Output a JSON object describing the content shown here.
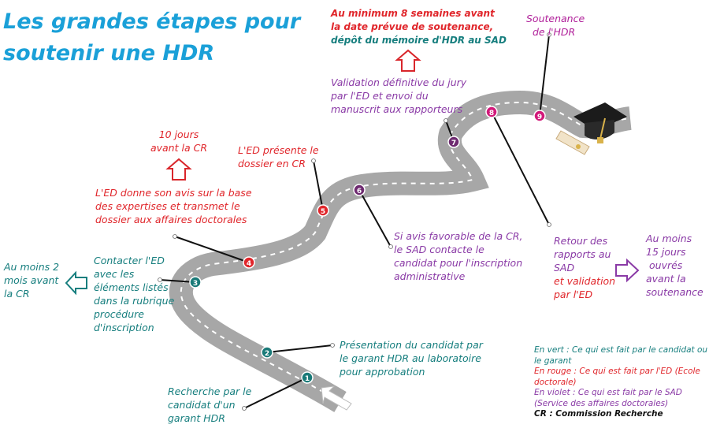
{
  "title": "Les grandes étapes pour soutenir une HDR",
  "steps": [
    {
      "num": "1",
      "color": "#1a7a78"
    },
    {
      "num": "2",
      "color": "#1a7a78"
    },
    {
      "num": "3",
      "color": "#1a7a78"
    },
    {
      "num": "4",
      "color": "#e0262b"
    },
    {
      "num": "5",
      "color": "#e0262b"
    },
    {
      "num": "6",
      "color": "#6e2a70"
    },
    {
      "num": "7",
      "color": "#6e2a70"
    },
    {
      "num": "8",
      "color": "#d2197a"
    },
    {
      "num": "9",
      "color": "#d2197a"
    }
  ],
  "labels": {
    "recherche": [
      "Recherche par le",
      "candidat d'un",
      "garant HDR"
    ],
    "presentation": [
      "Présentation du candidat par",
      "le garant HDR au laboratoire",
      "pour approbation"
    ],
    "contacter": [
      "Contacter l'ED",
      "avec les",
      "éléments listés",
      "dans la rubrique",
      "procédure",
      "d'inscription"
    ],
    "au_moins_2": [
      "Au moins 2",
      "mois avant",
      "la CR"
    ],
    "ed_avis": [
      "L'ED donne son avis sur la base",
      "des expertises et transmet le",
      "dossier aux affaires doctorales"
    ],
    "dix_jours": [
      "10 jours",
      "avant la CR"
    ],
    "ed_presente": [
      "L'ED présente le",
      "dossier en CR"
    ],
    "avis_favorable": [
      "Si avis favorable de la CR,",
      "le SAD contacte le",
      "candidat pour l'inscription",
      "administrative"
    ],
    "validation": [
      "Validation définitive du jury",
      "par l'ED et envoi du",
      "manuscrit aux rapporteurs"
    ],
    "huit_semaines_red": [
      "Au minimum 8 semaines avant",
      "la date prévue de soutenance,"
    ],
    "huit_semaines_green": "dépôt du mémoire d'HDR au SAD",
    "soutenance": [
      "Soutenance",
      "de l'HDR"
    ],
    "retour_violet": [
      "Retour des",
      "rapports au",
      "SAD"
    ],
    "retour_red": [
      "et validation",
      "par l'ED"
    ],
    "quinze_jours": [
      "Au moins",
      "15 jours",
      "ouvrés",
      "avant la",
      "soutenance"
    ]
  },
  "legend": {
    "green": "En vert : Ce qui est fait par le candidat ou le garant",
    "red": "En rouge : Ce qui est fait par l'ED (Ecole doctorale)",
    "violet": "En violet : Ce qui est fait par le SAD (Service des affaires doctorales)",
    "black": "CR : Commission Recherche"
  },
  "colors": {
    "road": "#a7a7a7",
    "title": "#1aa0d8",
    "green": "#167e7e",
    "red": "#e0262b",
    "violet": "#8a3aa6",
    "arrow_red": "#d9262b",
    "arrow_green": "#167e7e",
    "arrow_violet": "#8a3aa6"
  }
}
